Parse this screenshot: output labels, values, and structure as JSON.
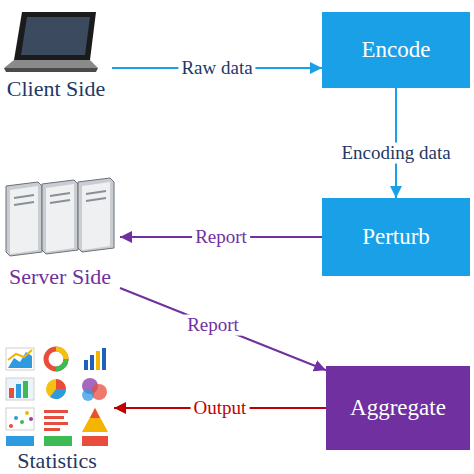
{
  "diagram": {
    "nodes": [
      {
        "text": [
          "Client Side"
        ]
      },
      {
        "text": [
          "Encode"
        ]
      },
      {
        "text": [
          "Perturb"
        ]
      },
      {
        "text": [
          "Server Side"
        ]
      },
      {
        "text": [
          "Aggregate"
        ]
      },
      {
        "text": [
          "Statistics"
        ]
      }
    ],
    "edges": [
      {
        "from": 0,
        "to": 1,
        "label": "Raw data",
        "arrow": "to"
      },
      {
        "from": 1,
        "to": 2,
        "label": "Encoding data",
        "arrow": "to"
      },
      {
        "from": 2,
        "to": 3,
        "label": "Report",
        "arrow": "to"
      },
      {
        "from": 3,
        "to": 4,
        "label": "Report",
        "arrow": "to"
      },
      {
        "from": 4,
        "to": 5,
        "label": "Output",
        "arrow": "to"
      }
    ]
  }
}
